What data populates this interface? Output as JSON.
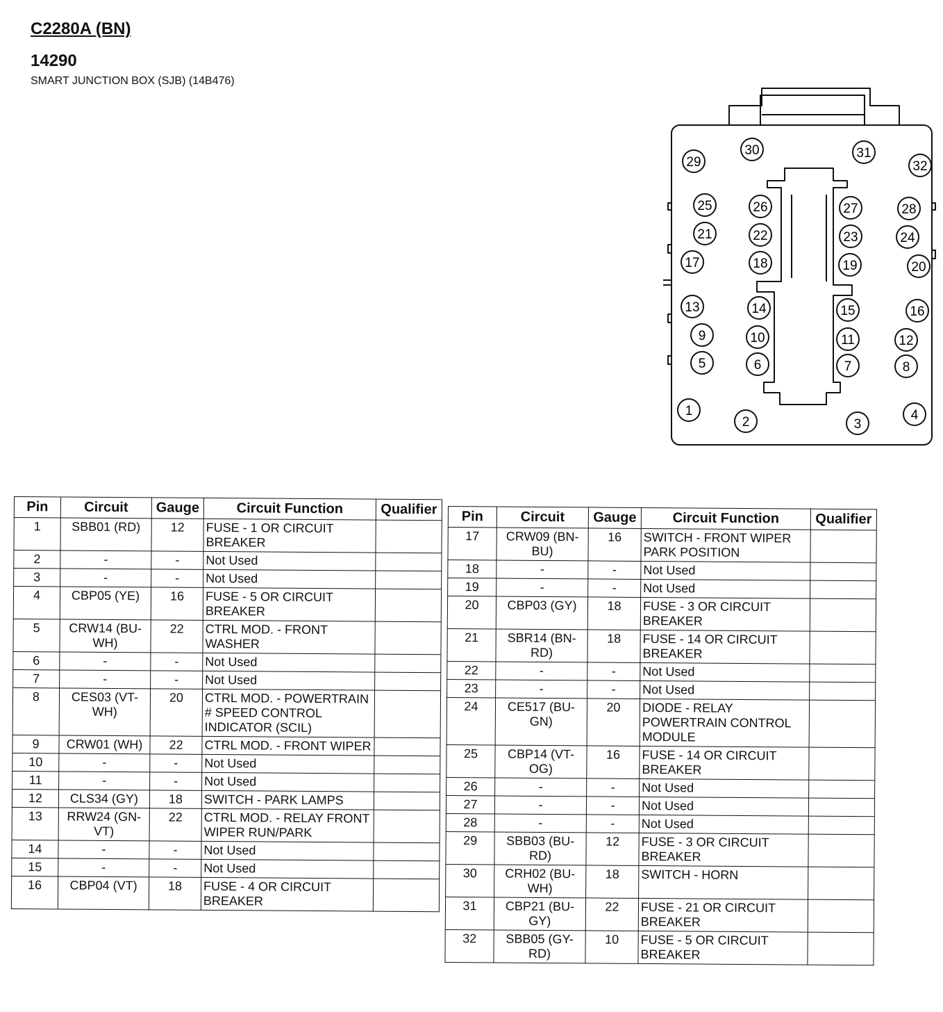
{
  "header": {
    "connector_id": "C2280A (BN)",
    "part_number": "14290",
    "description": "SMART JUNCTION BOX (SJB) (14B476)"
  },
  "connector_view": {
    "pins": [
      "1",
      "2",
      "3",
      "4",
      "5",
      "6",
      "7",
      "8",
      "9",
      "10",
      "11",
      "12",
      "13",
      "14",
      "15",
      "16",
      "17",
      "18",
      "19",
      "20",
      "21",
      "22",
      "23",
      "24",
      "25",
      "26",
      "27",
      "28",
      "29",
      "30",
      "31",
      "32"
    ]
  },
  "columns": [
    "Pin",
    "Circuit",
    "Gauge",
    "Circuit Function",
    "Qualifier"
  ],
  "table_left": [
    {
      "pin": "1",
      "circuit": "SBB01 (RD)",
      "gauge": "12",
      "function": "FUSE - 1 OR CIRCUIT BREAKER",
      "qualifier": ""
    },
    {
      "pin": "2",
      "circuit": "-",
      "gauge": "-",
      "function": "Not Used",
      "qualifier": ""
    },
    {
      "pin": "3",
      "circuit": "-",
      "gauge": "-",
      "function": "Not Used",
      "qualifier": ""
    },
    {
      "pin": "4",
      "circuit": "CBP05 (YE)",
      "gauge": "16",
      "function": "FUSE - 5 OR CIRCUIT BREAKER",
      "qualifier": ""
    },
    {
      "pin": "5",
      "circuit": "CRW14 (BU-WH)",
      "gauge": "22",
      "function": "CTRL MOD. - FRONT WASHER",
      "qualifier": ""
    },
    {
      "pin": "6",
      "circuit": "-",
      "gauge": "-",
      "function": "Not Used",
      "qualifier": ""
    },
    {
      "pin": "7",
      "circuit": "-",
      "gauge": "-",
      "function": "Not Used",
      "qualifier": ""
    },
    {
      "pin": "8",
      "circuit": "CES03 (VT-WH)",
      "gauge": "20",
      "function": "CTRL MOD. - POWERTRAIN # SPEED CONTROL INDICATOR (SCIL)",
      "qualifier": ""
    },
    {
      "pin": "9",
      "circuit": "CRW01 (WH)",
      "gauge": "22",
      "function": "CTRL MOD. - FRONT WIPER",
      "qualifier": ""
    },
    {
      "pin": "10",
      "circuit": "-",
      "gauge": "-",
      "function": "Not Used",
      "qualifier": ""
    },
    {
      "pin": "11",
      "circuit": "-",
      "gauge": "-",
      "function": "Not Used",
      "qualifier": ""
    },
    {
      "pin": "12",
      "circuit": "CLS34 (GY)",
      "gauge": "18",
      "function": "SWITCH - PARK LAMPS",
      "qualifier": ""
    },
    {
      "pin": "13",
      "circuit": "RRW24 (GN-VT)",
      "gauge": "22",
      "function": "CTRL MOD. - RELAY FRONT WIPER RUN/PARK",
      "qualifier": ""
    },
    {
      "pin": "14",
      "circuit": "-",
      "gauge": "-",
      "function": "Not Used",
      "qualifier": ""
    },
    {
      "pin": "15",
      "circuit": "-",
      "gauge": "-",
      "function": "Not Used",
      "qualifier": ""
    },
    {
      "pin": "16",
      "circuit": "CBP04 (VT)",
      "gauge": "18",
      "function": "FUSE - 4 OR CIRCUIT BREAKER",
      "qualifier": ""
    }
  ],
  "table_right": [
    {
      "pin": "17",
      "circuit": "CRW09 (BN-BU)",
      "gauge": "16",
      "function": "SWITCH - FRONT WIPER PARK POSITION",
      "qualifier": ""
    },
    {
      "pin": "18",
      "circuit": "-",
      "gauge": "-",
      "function": "Not Used",
      "qualifier": ""
    },
    {
      "pin": "19",
      "circuit": "-",
      "gauge": "-",
      "function": "Not Used",
      "qualifier": ""
    },
    {
      "pin": "20",
      "circuit": "CBP03 (GY)",
      "gauge": "18",
      "function": "FUSE - 3 OR CIRCUIT BREAKER",
      "qualifier": ""
    },
    {
      "pin": "21",
      "circuit": "SBR14 (BN-RD)",
      "gauge": "18",
      "function": "FUSE - 14 OR CIRCUIT BREAKER",
      "qualifier": ""
    },
    {
      "pin": "22",
      "circuit": "-",
      "gauge": "-",
      "function": "Not Used",
      "qualifier": ""
    },
    {
      "pin": "23",
      "circuit": "-",
      "gauge": "-",
      "function": "Not Used",
      "qualifier": ""
    },
    {
      "pin": "24",
      "circuit": "CE517 (BU-GN)",
      "gauge": "20",
      "function": "DIODE - RELAY POWERTRAIN CONTROL MODULE",
      "qualifier": ""
    },
    {
      "pin": "25",
      "circuit": "CBP14 (VT-OG)",
      "gauge": "16",
      "function": "FUSE - 14 OR CIRCUIT BREAKER",
      "qualifier": ""
    },
    {
      "pin": "26",
      "circuit": "-",
      "gauge": "-",
      "function": "Not Used",
      "qualifier": ""
    },
    {
      "pin": "27",
      "circuit": "-",
      "gauge": "-",
      "function": "Not Used",
      "qualifier": ""
    },
    {
      "pin": "28",
      "circuit": "-",
      "gauge": "-",
      "function": "Not Used",
      "qualifier": ""
    },
    {
      "pin": "29",
      "circuit": "SBB03 (BU-RD)",
      "gauge": "12",
      "function": "FUSE - 3 OR CIRCUIT BREAKER",
      "qualifier": ""
    },
    {
      "pin": "30",
      "circuit": "CRH02 (BU-WH)",
      "gauge": "18",
      "function": "SWITCH - HORN",
      "qualifier": ""
    },
    {
      "pin": "31",
      "circuit": "CBP21 (BU-GY)",
      "gauge": "22",
      "function": "FUSE - 21 OR CIRCUIT BREAKER",
      "qualifier": ""
    },
    {
      "pin": "32",
      "circuit": "SBB05 (GY-RD)",
      "gauge": "10",
      "function": "FUSE - 5 OR CIRCUIT BREAKER",
      "qualifier": ""
    }
  ]
}
